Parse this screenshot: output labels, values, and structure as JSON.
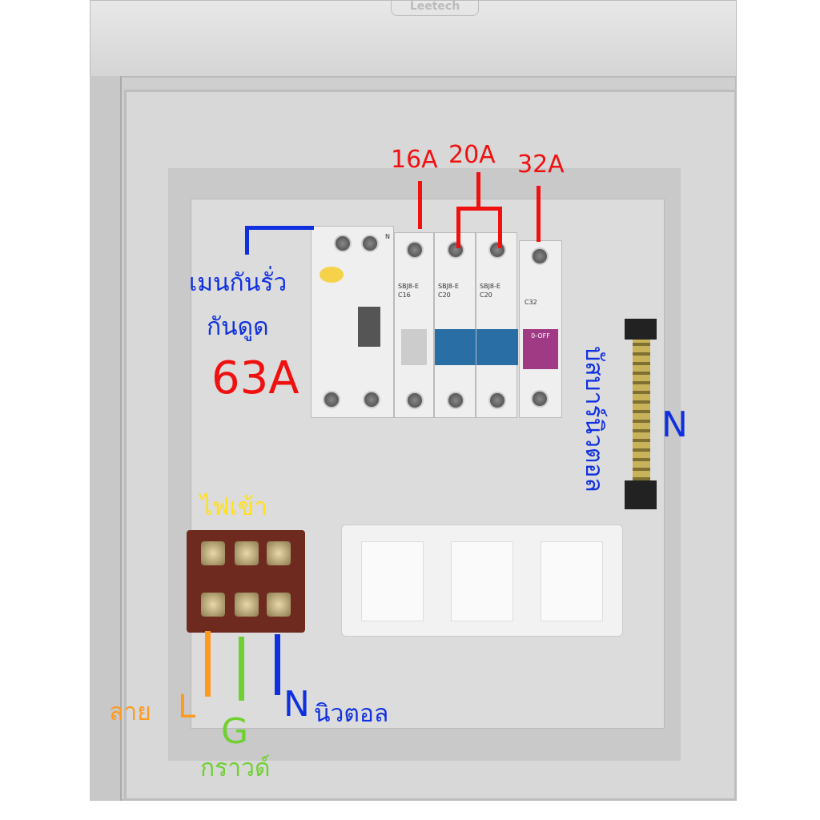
{
  "brand": "Leetech",
  "breakers": {
    "main": {
      "label": "N"
    },
    "b1": {
      "model": "SBJ8-E",
      "rating": "C16"
    },
    "b2": {
      "model": "SBJ8-E",
      "rating": "C20"
    },
    "b3": {
      "model": "SBJ8-E",
      "rating": "C20"
    },
    "b4": {
      "rating": "C32",
      "switch": "0-OFF"
    }
  },
  "annotations": {
    "a16": "16A",
    "a20": "20A",
    "a32": "32A",
    "main_line1": "เมนกันรั่ว",
    "main_line2": "กันดูด",
    "main_rating": "63A",
    "busbar": "บัสบาร์นิวตอล",
    "busbar_n": "N",
    "input": "ไฟเข้า",
    "line_th": "ลาย",
    "line": "L",
    "ground": "G",
    "ground_th": "กราวด์",
    "neutral": "N",
    "neutral_th": "นิวตอล"
  },
  "colors": {
    "red": "#f01010",
    "blue": "#1030e0",
    "orange": "#ff9a20",
    "green": "#70d030",
    "yellow": "#ffe020"
  }
}
